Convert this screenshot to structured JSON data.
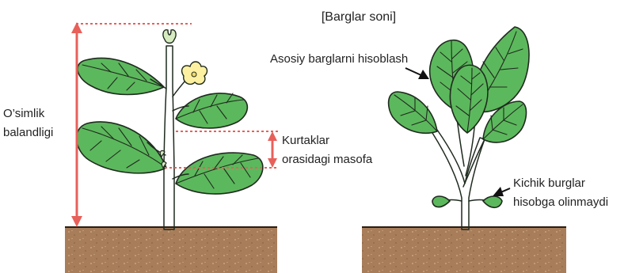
{
  "title": "[Barglar soni]",
  "labels": {
    "plant_height_line1": "O’simlik",
    "plant_height_line2": "balandligi",
    "internode_line1": "Kurtaklar",
    "internode_line2": "orasidagi masofa",
    "main_leaves": "Asosiy barglarni hisoblash",
    "small_leaves_line1": "Kichik burglar",
    "small_leaves_line2": "hisobga olinmaydi"
  },
  "colors": {
    "leaf": "#5cb85c",
    "stem": "#d6ecc0",
    "soil": "#a87d5a",
    "measure": "#e8605a",
    "flower": "#fdf0a0"
  }
}
